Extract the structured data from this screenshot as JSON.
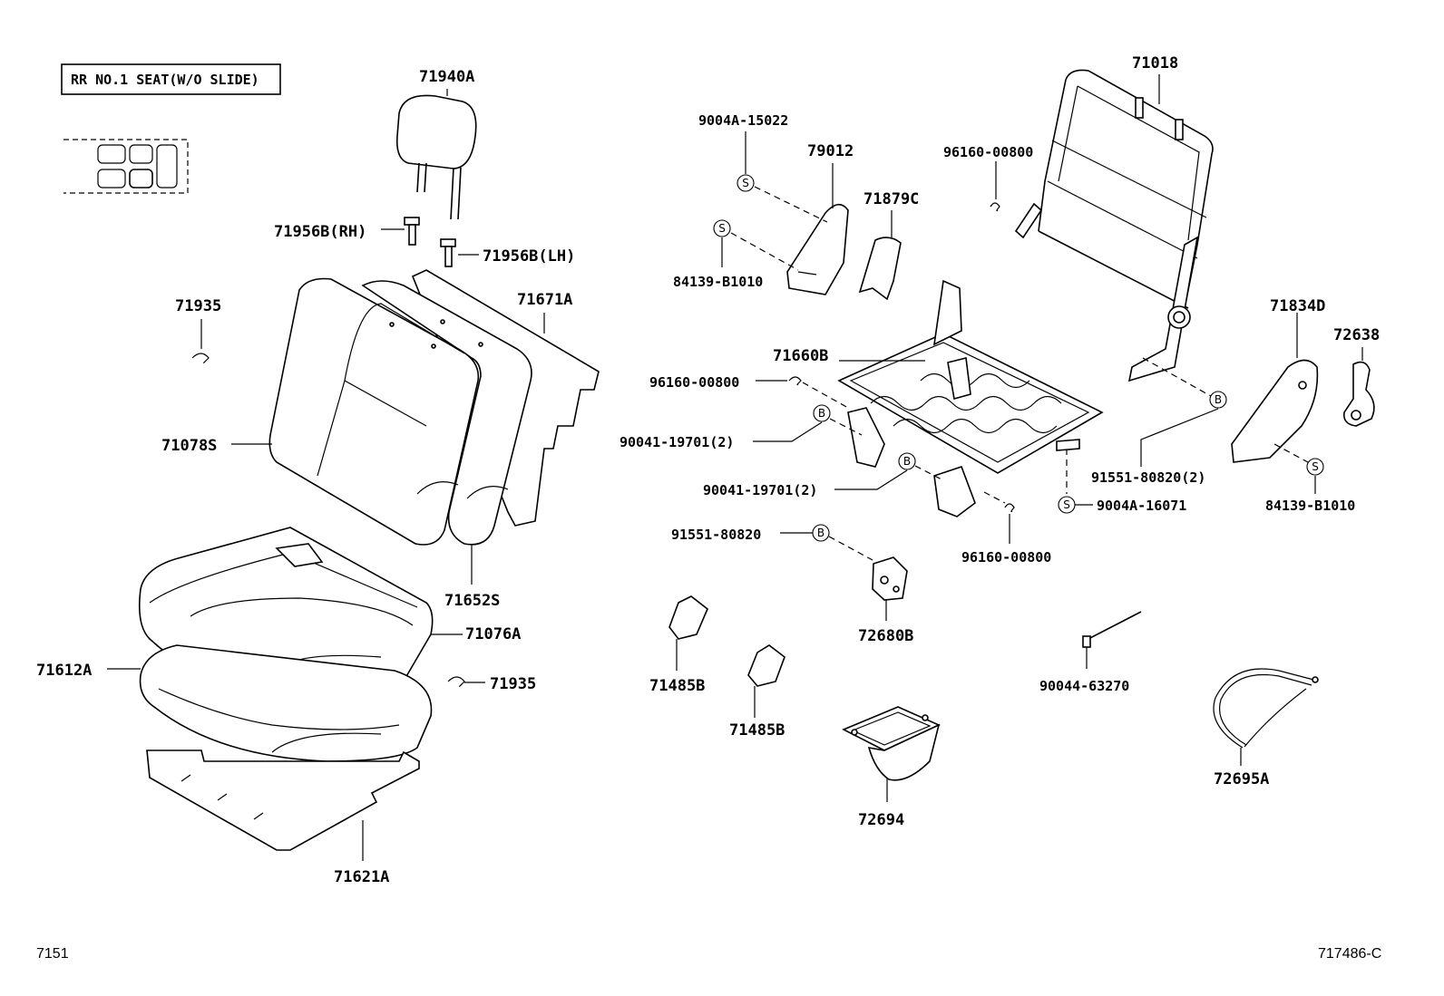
{
  "header": {
    "seat_variant": "RR NO.1 SEAT(W/O SLIDE)"
  },
  "footer": {
    "left_code": "7151",
    "right_code": "717486-C"
  },
  "parts": {
    "p71940A": "71940A",
    "p71956B_RH": "71956B(RH)",
    "p71956B_LH": "71956B(LH)",
    "p71935_a": "71935",
    "p71671A": "71671A",
    "p71078S": "71078S",
    "p71652S": "71652S",
    "p71076A": "71076A",
    "p71612A": "71612A",
    "p71935_b": "71935",
    "p71621A": "71621A",
    "p9004A_15022": "9004A-15022",
    "p79012": "79012",
    "p71879C": "71879C",
    "p84139_B1010_a": "84139-B1010",
    "p96160_00800_a": "96160-00800",
    "p71018": "71018",
    "p71660B": "71660B",
    "p96160_00800_b": "96160-00800",
    "p90041_19701_a": "90041-19701(2)",
    "p90041_19701_b": "90041-19701(2)",
    "p71834D": "71834D",
    "p72638": "72638",
    "p91551_80820_2": "91551-80820(2)",
    "p84139_B1010_b": "84139-B1010",
    "p9004A_16071": "9004A-16071",
    "p96160_00800_c": "96160-00800",
    "p91551_80820": "91551-80820",
    "p72680B": "72680B",
    "p71485B_a": "71485B",
    "p71485B_b": "71485B",
    "p72694": "72694",
    "p90044_63270": "90044-63270",
    "p72695A": "72695A"
  },
  "callouts": {
    "screw": "S",
    "bolt": "B"
  }
}
